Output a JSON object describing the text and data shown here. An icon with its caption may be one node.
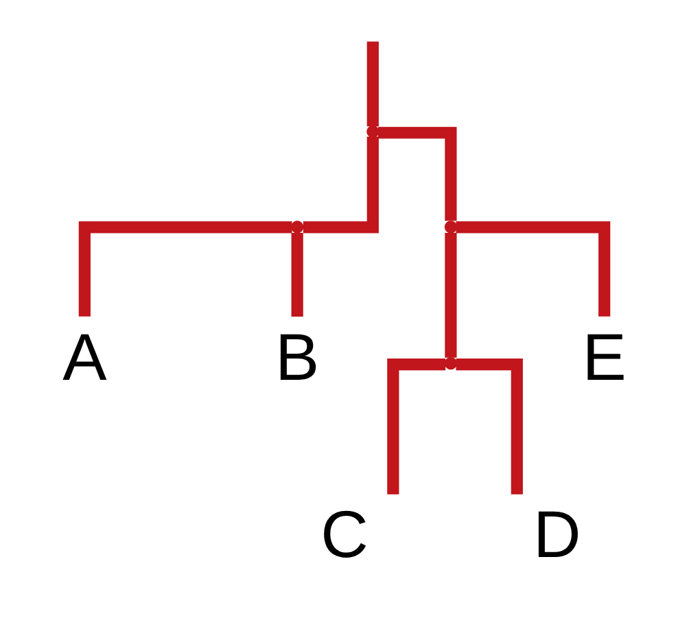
{
  "diagram": {
    "nodes": [
      {
        "text": [],
        "shape": "point"
      },
      {
        "text": [],
        "shape": "point"
      },
      {
        "text": [],
        "shape": "point"
      },
      {
        "text": [],
        "shape": "point"
      },
      {
        "text": [
          "A"
        ]
      },
      {
        "text": [
          "B"
        ]
      },
      {
        "text": [
          "C"
        ]
      },
      {
        "text": [
          "D"
        ]
      },
      {
        "text": [
          "E"
        ]
      }
    ],
    "edges": [
      {
        "from": null,
        "to": 0,
        "arrow": "none",
        "color": "#c0161c"
      },
      {
        "from": 0,
        "to": 1,
        "arrow": "none",
        "color": "#c0161c"
      },
      {
        "from": 0,
        "to": 2,
        "arrow": "none",
        "color": "#c0161c"
      },
      {
        "from": 1,
        "to": 4,
        "arrow": "none",
        "color": "#c0161c"
      },
      {
        "from": 1,
        "to": 5,
        "arrow": "none",
        "color": "#c0161c"
      },
      {
        "from": 2,
        "to": 3,
        "arrow": "none",
        "color": "#c0161c"
      },
      {
        "from": 2,
        "to": 8,
        "arrow": "none",
        "color": "#c0161c"
      },
      {
        "from": 3,
        "to": 6,
        "arrow": "none",
        "color": "#c0161c"
      },
      {
        "from": 3,
        "to": 7,
        "arrow": "none",
        "color": "#c0161c"
      }
    ]
  }
}
